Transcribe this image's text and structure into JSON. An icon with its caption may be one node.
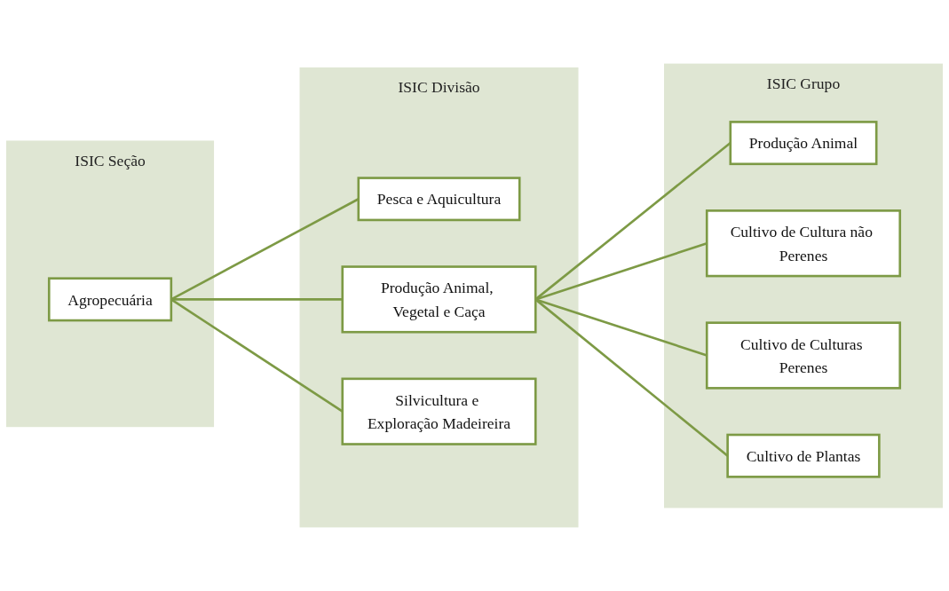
{
  "diagram": {
    "nodes": [
      {
        "text": [
          "ISIC Seção"
        ]
      },
      {
        "text": [
          "Agropecuária"
        ],
        "in": 0
      },
      {
        "text": [
          "ISIC Divisão"
        ]
      },
      {
        "text": [
          "Pesca e Aquicultura"
        ],
        "in": 2
      },
      {
        "text": [
          "Produção Animal, Vegetal e Caça"
        ],
        "in": 2
      },
      {
        "text": [
          "Silvicultura e Exploração Madeireira"
        ],
        "in": 2
      },
      {
        "text": [
          "ISIC Grupo"
        ]
      },
      {
        "text": [
          "Produção Animal"
        ],
        "in": 6
      },
      {
        "text": [
          "Cultivo de Cultura não Perenes"
        ],
        "in": 6
      },
      {
        "text": [
          "Cultivo de Culturas Perenes"
        ],
        "in": 6
      },
      {
        "text": [
          "Cultivo de Plantas"
        ],
        "in": 6
      }
    ],
    "edges": [
      {
        "from": 1,
        "to": 3,
        "arrow": "none"
      },
      {
        "from": 1,
        "to": 4,
        "arrow": "none"
      },
      {
        "from": 1,
        "to": 5,
        "arrow": "none"
      },
      {
        "from": 4,
        "to": 7,
        "arrow": "none"
      },
      {
        "from": 4,
        "to": 8,
        "arrow": "none"
      },
      {
        "from": 4,
        "to": 9,
        "arrow": "none"
      },
      {
        "from": 4,
        "to": 10,
        "arrow": "none"
      }
    ]
  }
}
